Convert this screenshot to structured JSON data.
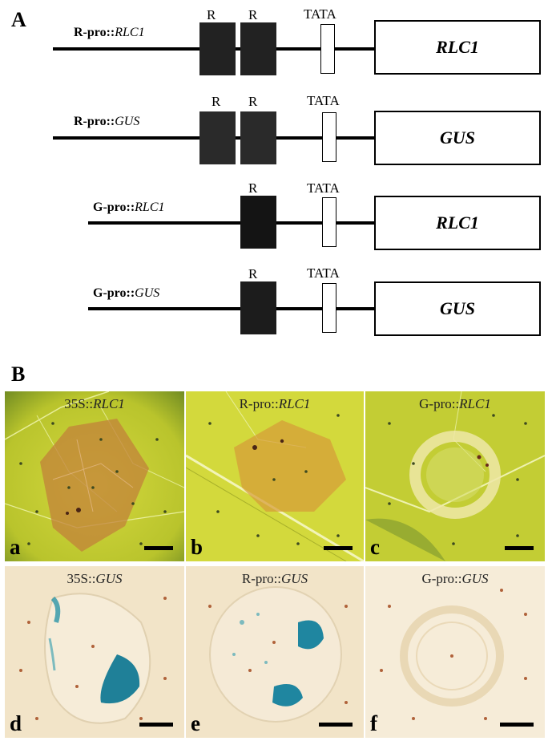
{
  "panel_a": {
    "letter": "A",
    "constructs": [
      {
        "promoter": "R-pro::",
        "gene": "RLC1",
        "box_labels": [
          "R",
          "R"
        ],
        "tata_label": "TATA",
        "gene_box": "RLC1"
      },
      {
        "promoter": "R-pro::",
        "gene": "GUS",
        "box_labels": [
          "R",
          "R"
        ],
        "tata_label": "TATA",
        "gene_box": "GUS"
      },
      {
        "promoter": "G-pro::",
        "gene": "RLC1",
        "box_labels": [
          "R"
        ],
        "tata_label": "TATA",
        "gene_box": "RLC1"
      },
      {
        "promoter": "G-pro::",
        "gene": "GUS",
        "box_labels": [
          "R"
        ],
        "tata_label": "TATA",
        "gene_box": "GUS"
      }
    ]
  },
  "panel_b": {
    "letter": "B",
    "photos": [
      {
        "letter": "a",
        "prefix": "35S::",
        "gene": "RLC1"
      },
      {
        "letter": "b",
        "prefix": "R-pro::",
        "gene": "RLC1"
      },
      {
        "letter": "c",
        "prefix": "G-pro::",
        "gene": "RLC1"
      },
      {
        "letter": "d",
        "prefix": "35S::",
        "gene": "GUS"
      },
      {
        "letter": "e",
        "prefix": "R-pro::",
        "gene": "GUS"
      },
      {
        "letter": "f",
        "prefix": "G-pro::",
        "gene": "GUS"
      }
    ]
  },
  "colors": {
    "leaf": "#c9d33a",
    "leaf_dark": "#5f7a22",
    "lesion": "#c07a30",
    "gus_stain": "#1f8fa0",
    "cleared_leaf": "#f1e2c6",
    "r_box": "#1e1e1e"
  }
}
